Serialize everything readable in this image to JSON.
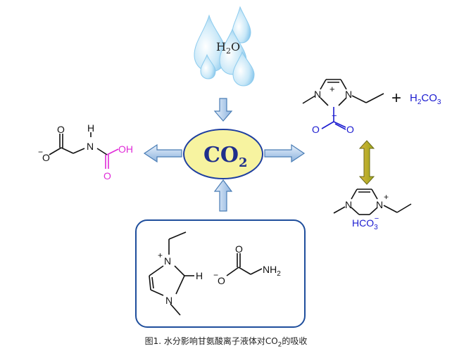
{
  "diagram": {
    "water": {
      "formula": "H",
      "sub": "2",
      "tail": "O"
    },
    "co2": {
      "formula": "CO",
      "sub": "2"
    },
    "top_right": {
      "plus_sign": "+",
      "n_plus": "N",
      "plus_mark": "+",
      "n_plain": "N",
      "o_left": "O",
      "o_right": "O",
      "minus_mark": "−",
      "acid": {
        "h": "H",
        "h_sub": "2",
        "co": "CO",
        "co_sub": "3"
      }
    },
    "bottom_right": {
      "n_left": "N",
      "n_plus": "N",
      "plus_mark": "+",
      "hco3": {
        "base": "HCO",
        "sub": "3",
        "sup": "−"
      }
    },
    "left": {
      "o_dbl": "O",
      "o_minus": "O",
      "minus_mark": "−",
      "h_label": "H",
      "n_label": "N",
      "oh_label": "OH",
      "o_bottom": "O"
    },
    "ionic_liquid": {
      "cation": {
        "n_plus": "N",
        "plus_mark": "+",
        "n_plain": "N",
        "h_label": "H"
      },
      "anion": {
        "o_dbl": "O",
        "o_minus": "O",
        "minus_mark": "−",
        "nh2": "NH",
        "nh2_sub": "2"
      }
    }
  },
  "caption": {
    "text": "图1. 水分影响甘氨酸离子液体对CO",
    "sub": "2",
    "tail": "的吸收"
  },
  "colors": {
    "arrow_fill": "#b8d0ec",
    "arrow_stroke": "#4a7db5",
    "co2_fill": "#f7f3a0",
    "co2_text": "#1f2f8c",
    "blue_text": "#1b1bd0",
    "magenta": "#e02ad8",
    "box_stroke": "#1f4e9c",
    "drop_fill": "#bfe4f7"
  }
}
